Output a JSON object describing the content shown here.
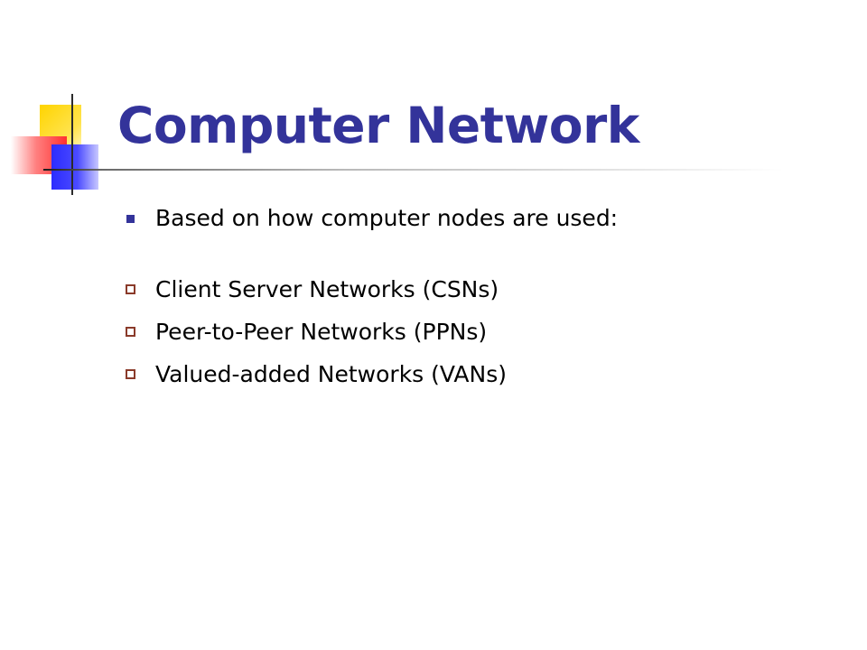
{
  "slide": {
    "title": "Computer Network",
    "accent_color": "#33339a",
    "bullets": [
      {
        "text": "Based on how computer nodes are used:",
        "marker": "filled-square-bullet"
      },
      {
        "text": "Client Server Networks (CSNs)",
        "marker": "hollow-square-bullet"
      },
      {
        "text": "Peer-to-Peer Networks (PPNs)",
        "marker": "hollow-square-bullet"
      },
      {
        "text": "Valued-added Networks (VANs)",
        "marker": "hollow-square-bullet"
      }
    ]
  }
}
